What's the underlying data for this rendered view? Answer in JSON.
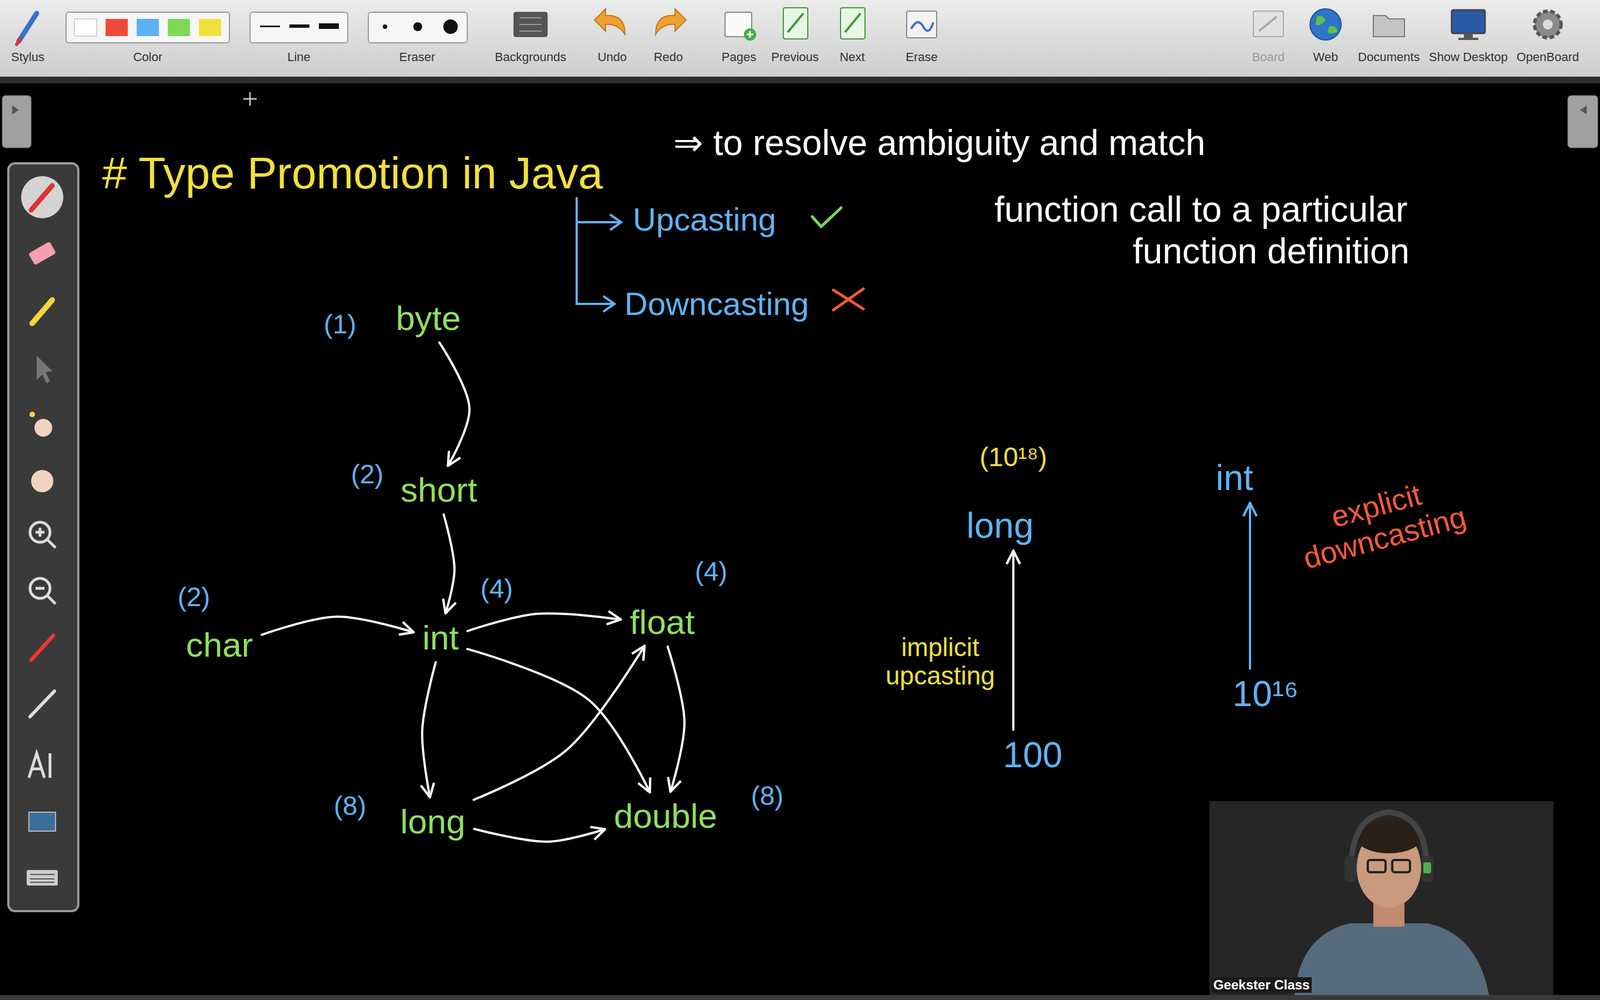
{
  "diagram": {
    "title": "# Type Promotion in Java",
    "nodes": [
      {
        "text": [
          "byte",
          "(1)"
        ]
      },
      {
        "text": [
          "short",
          "(2)"
        ]
      },
      {
        "text": [
          "char",
          "(2)"
        ]
      },
      {
        "text": [
          "int",
          "(4)"
        ]
      },
      {
        "text": [
          "float",
          "(4)"
        ]
      },
      {
        "text": [
          "long",
          "(8)"
        ]
      },
      {
        "text": [
          "double",
          "(8)"
        ]
      },
      {
        "text": [
          "long",
          "(10¹⁸)"
        ]
      },
      {
        "text": [
          "100"
        ]
      },
      {
        "text": [
          "int"
        ]
      },
      {
        "text": [
          "10¹⁶"
        ]
      }
    ],
    "edges": [
      {
        "from": 0,
        "to": 1,
        "arrow": "to"
      },
      {
        "from": 1,
        "to": 3,
        "arrow": "to"
      },
      {
        "from": 2,
        "to": 3,
        "arrow": "to"
      },
      {
        "from": 3,
        "to": 4,
        "arrow": "to"
      },
      {
        "from": 3,
        "to": 5,
        "arrow": "to"
      },
      {
        "from": 3,
        "to": 6,
        "arrow": "to"
      },
      {
        "from": 5,
        "to": 4,
        "arrow": "to"
      },
      {
        "from": 5,
        "to": 6,
        "arrow": "to"
      },
      {
        "from": 4,
        "to": 6,
        "arrow": "to"
      },
      {
        "from": 8,
        "to": 7,
        "arrow": "to",
        "label": "implicit upcasting"
      },
      {
        "from": 10,
        "to": 9,
        "arrow": "to",
        "label": "explicit downcasting"
      }
    ],
    "labels": [
      "Stylus",
      "Color",
      "Line",
      "Eraser",
      "Backgrounds",
      "Undo",
      "Redo",
      "Pages",
      "Previous",
      "Next",
      "Erase",
      "Board",
      "Web",
      "Documents",
      "Show Desktop",
      "OpenBoard",
      "⇒ to resolve ambiguity and match",
      "function call to a particular",
      "function definition",
      "Upcasting",
      "Downcasting",
      "Geekster Class"
    ]
  }
}
